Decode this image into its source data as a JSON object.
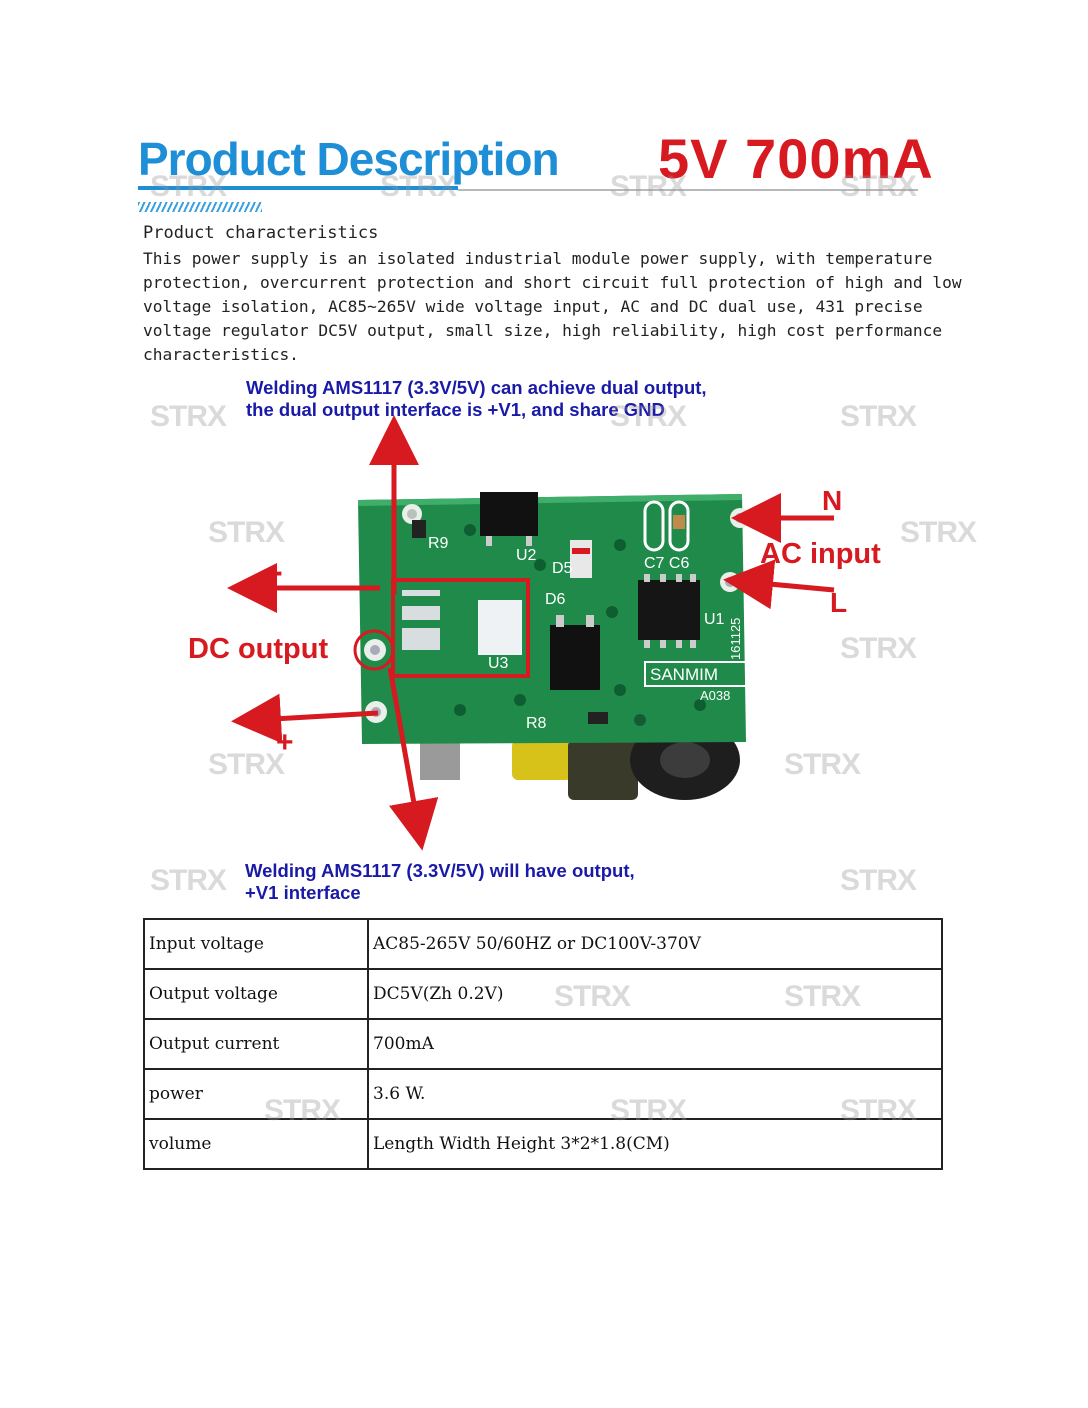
{
  "header": {
    "title": "Product Description",
    "spec": "5V  700mA"
  },
  "description": {
    "heading": "Product characteristics",
    "body": "This power supply is an isolated industrial module power supply, with temperature protection, overcurrent protection and short circuit full protection of high and low voltage isolation, AC85~265V wide voltage input, AC and DC dual use, 431 precise voltage regulator DC5V output, small size, high reliability, high cost performance characteristics."
  },
  "annotations": {
    "top_note_line1": "Welding AMS1117 (3.3V/5V) can achieve dual output,",
    "top_note_line2": "the dual output interface is +V1, and share GND",
    "bottom_note_line1": "Welding AMS1117 (3.3V/5V) will have output,",
    "bottom_note_line2": "+V1 interface",
    "ac_input": "AC input",
    "n": "N",
    "l": "L",
    "dc_output": "DC output",
    "minus": "-",
    "plus": "+"
  },
  "pcb_labels": {
    "r9": "R9",
    "u2": "U2",
    "d5": "D5",
    "d6": "D6",
    "c7c6": "C7 C6",
    "u3": "U3",
    "r8": "R8",
    "u1": "U1",
    "brand": "SANMIM",
    "part": "A038",
    "code": "161125"
  },
  "watermark": "STRX",
  "specs": [
    {
      "key": "Input voltage",
      "value": "AC85-265V 50/60HZ or DC100V-370V"
    },
    {
      "key": "Output voltage",
      "value": "DC5V(Zh 0.2V)"
    },
    {
      "key": "Output current",
      "value": "700mA"
    },
    {
      "key": "power",
      "value": "3.6 W."
    },
    {
      "key": "volume",
      "value": "Length Width Height 3*2*1.8(CM)"
    }
  ],
  "colors": {
    "title_blue": "#1e8fd6",
    "accent_red": "#d71920",
    "note_blue": "#1a1aa8",
    "pcb_green": "#1f8a4a"
  }
}
